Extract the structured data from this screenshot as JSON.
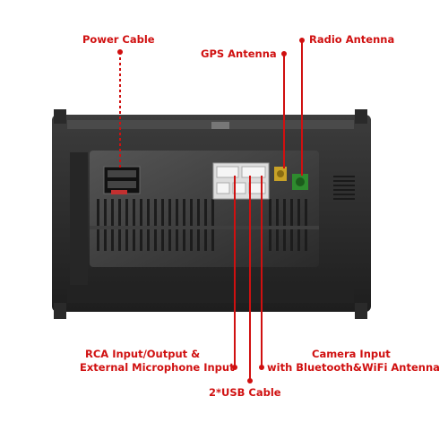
{
  "labels": {
    "power_cable": "Power Cable",
    "gps_antenna": "GPS Antenna",
    "radio_antenna": "Radio Antenna",
    "rca_line1": "RCA Input/Output &",
    "rca_line2": "External Microphone Input",
    "camera_line1": "Camera Input",
    "camera_line2": "with Bluetooth&WiFi Antenna",
    "usb_cable": "2*USB Cable"
  },
  "colors": {
    "label_text": "#d01010",
    "callout_line": "#d01010",
    "chassis": "#2b2b2b",
    "panel": "#3a3a3a",
    "connector_white": "#f2f2f2",
    "gps_connector": "#c9a227",
    "radio_connector": "#2e8b2e"
  }
}
